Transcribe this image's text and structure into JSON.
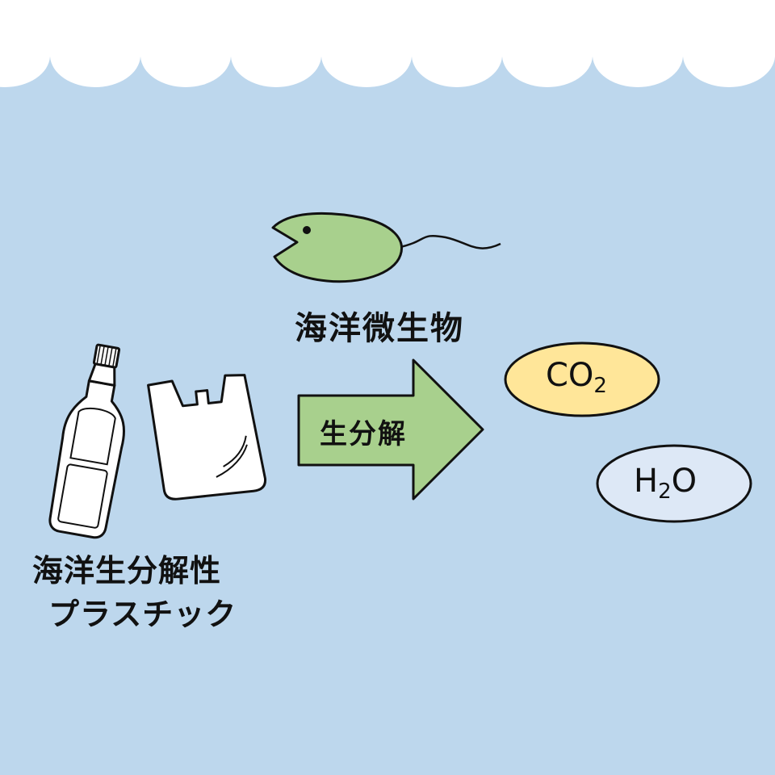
{
  "labels": {
    "microbe": "海洋微生物",
    "plastic_line1": "海洋生分解性",
    "plastic_line2": "プラスチック",
    "process": "生分解"
  },
  "products": {
    "co2_main": "CO",
    "co2_sub": "2",
    "h2o_main": "H",
    "h2o_sub": "2",
    "h2o_tail": "O"
  },
  "colors": {
    "water": "#bdd7ed",
    "foam": "#ffffff",
    "microbe": "#a8d08d",
    "arrow": "#a8d08d",
    "co2_fill": "#ffe699",
    "h2o_fill": "#dde8f6",
    "outline": "#111111"
  }
}
